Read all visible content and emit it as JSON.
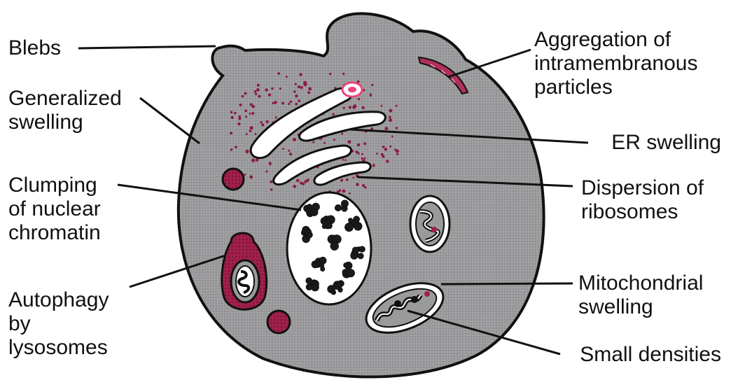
{
  "labels": {
    "blebs": "Blebs",
    "generalized_swelling": "Generalized\nswelling",
    "clumping_chromatin": "Clumping\nof nuclear\nchromatin",
    "autophagy": "Autophagy\nby\nlysosomes",
    "aggregation": "Aggregation of\nintramembranous\nparticles",
    "er_swelling": "ER swelling",
    "dispersion_ribosomes": "Dispersion of\nribosomes",
    "mitochondrial_swelling": "Mitochondrial\nswelling",
    "small_densities": "Small densities"
  },
  "colors": {
    "cytoplasm": "#9a9a9c",
    "outline": "#111111",
    "magenta": "#a0204a",
    "pink": "#e8467a",
    "white": "#ffffff"
  }
}
